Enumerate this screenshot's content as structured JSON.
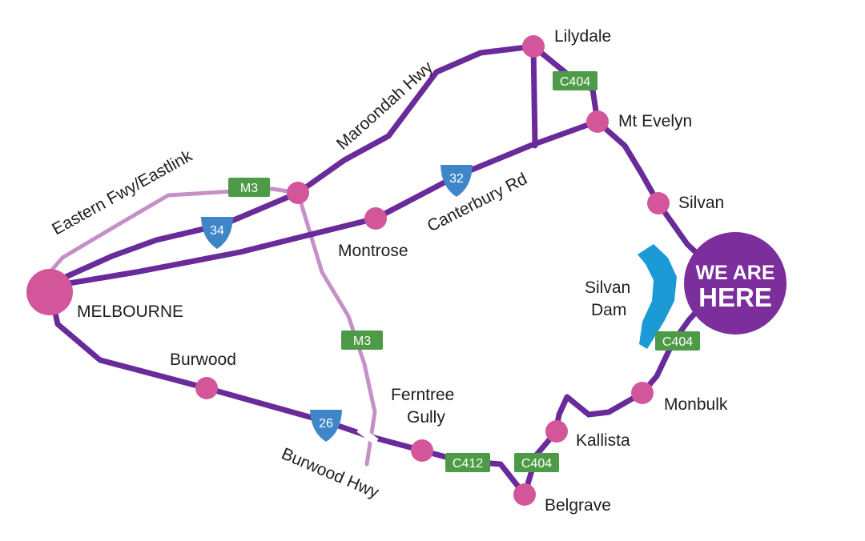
{
  "colors": {
    "main_road": "#6a2b9a",
    "freeway": "#c590c7",
    "town": "#d3569b",
    "green_shield": "#4e9b47",
    "blue_shield": "#3f86c9",
    "here_badge": "#7b2e9c",
    "dam": "#1c9ad6",
    "label": "#1e1e1e"
  },
  "road_labels": {
    "maroondah": "Maroondah Hwy",
    "eastern": "Eastern Fwy/Eastlink",
    "canterbury": "Canterbury Rd",
    "burwood_hwy": "Burwood Hwy"
  },
  "towns": {
    "melbourne": "MELBOURNE",
    "lilydale": "Lilydale",
    "mt_evelyn": "Mt Evelyn",
    "silvan": "Silvan",
    "montrose": "Montrose",
    "burwood": "Burwood",
    "ferntree_gully_line1": "Ferntree",
    "ferntree_gully_line2": "Gully",
    "monbulk": "Monbulk",
    "kallista": "Kallista",
    "belgrave": "Belgrave"
  },
  "dam": {
    "line1": "Silvan",
    "line2": "Dam"
  },
  "here_badge": {
    "line1": "WE ARE",
    "line2": "HERE"
  },
  "shields": {
    "m3_top": "M3",
    "m3_mid": "M3",
    "c404_top": "C404",
    "c404_right": "C404",
    "c404_bottom": "C404",
    "c412": "C412",
    "r34": "34",
    "r32": "32",
    "r26": "26"
  }
}
